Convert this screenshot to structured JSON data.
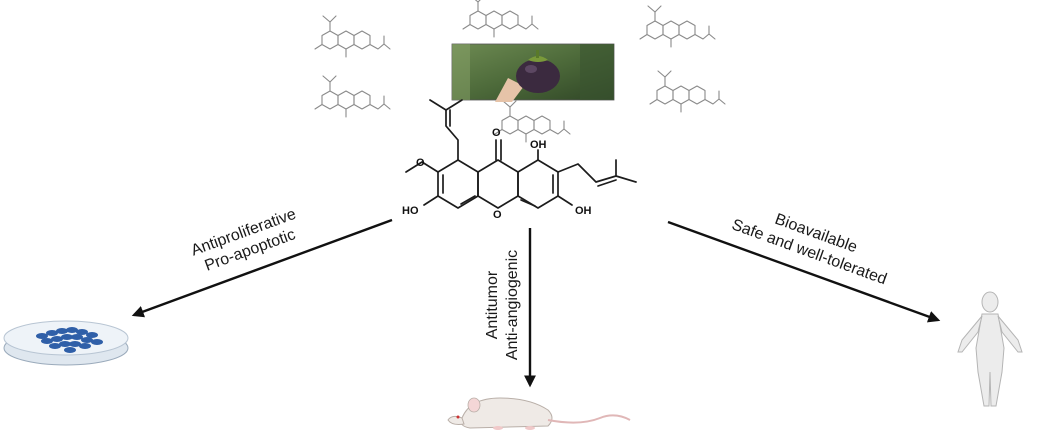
{
  "labels": {
    "left_line1": "Antiproliferative",
    "left_line2": "Pro-apoptotic",
    "center_line1": "Antitumor",
    "center_line2": "Anti-angiogenic",
    "right_line1": "Bioavailable",
    "right_line2": "Safe and well-tolerated"
  },
  "atoms": {
    "carbonyl_o": "O",
    "oh_top_right": "OH",
    "oh_left": "HO",
    "oh_right": "OH"
  },
  "colors": {
    "arrow": "#111111",
    "cells": "#2f5fa8",
    "dish": "#c9d6e4",
    "mouse": "#efeae6",
    "human": "#ececec",
    "fruit": "#3b2a3f",
    "forest": "#4d6a3a"
  }
}
